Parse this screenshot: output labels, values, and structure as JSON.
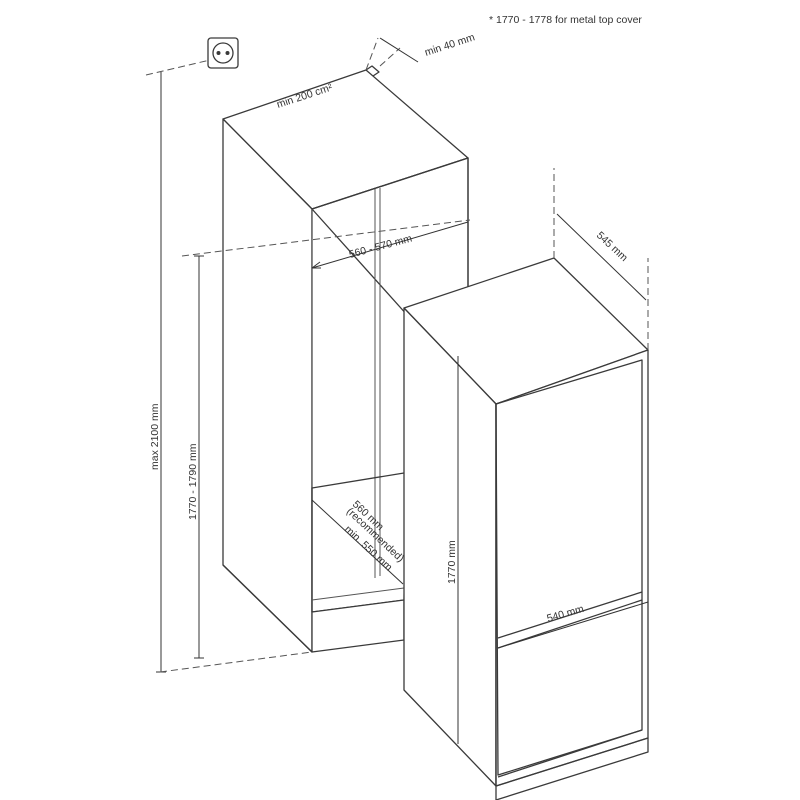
{
  "note": "* 1770 - 1778 for metal top cover",
  "labels": {
    "min_40": "min 40 mm",
    "min_200": "min 200 cm²",
    "width_560_570": "560 - 570 mm",
    "max_2100": "max 2100 mm",
    "height_1770_1790": "1770 - 1790 mm",
    "depth_560": "560 mm",
    "recommended": "(recommended)",
    "min_550": "min. 550 mm",
    "depth_545": "545 mm",
    "height_1770": "1770 mm",
    "width_540": "540 mm"
  },
  "icons": {
    "socket": "power-socket-icon"
  }
}
